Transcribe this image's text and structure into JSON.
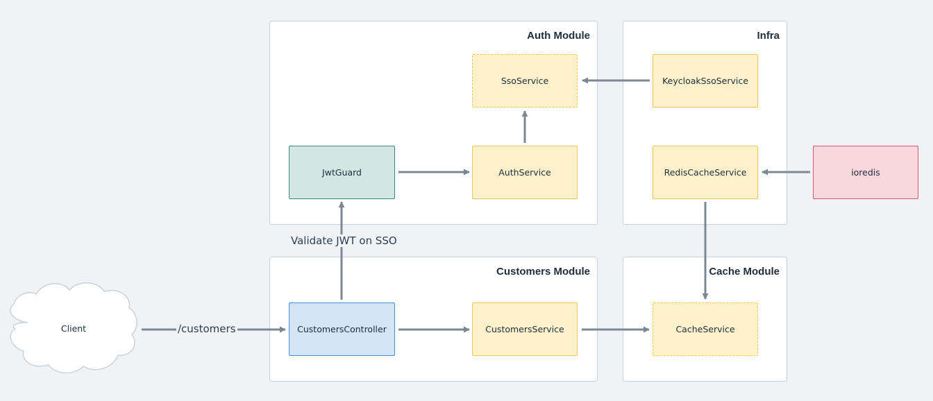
{
  "groups": {
    "auth": {
      "title": "Auth Module"
    },
    "infra": {
      "title": "Infra"
    },
    "customers": {
      "title": "Customers Module"
    },
    "cache": {
      "title": "Cache Module"
    }
  },
  "nodes": {
    "sso_service": "SsoService",
    "keycloak_sso_service": "KeycloakSsoService",
    "jwt_guard": "JwtGuard",
    "auth_service": "AuthService",
    "redis_cache_service": "RedisCacheService",
    "ioredis": "ioredis",
    "client": "Client",
    "customers_controller": "CustomersController",
    "customers_service": "CustomersService",
    "cache_service": "CacheService"
  },
  "edge_labels": {
    "validate_jwt": "Validate JWT on SSO",
    "customers_route": "/customers"
  },
  "colors": {
    "edge": "#7b8794",
    "service_fill": "#fdf1cc",
    "service_border": "#f2c94c",
    "guard_fill": "#d3e6e3",
    "controller_fill": "#d3e4f6",
    "external_fill": "#f9d7dc"
  }
}
